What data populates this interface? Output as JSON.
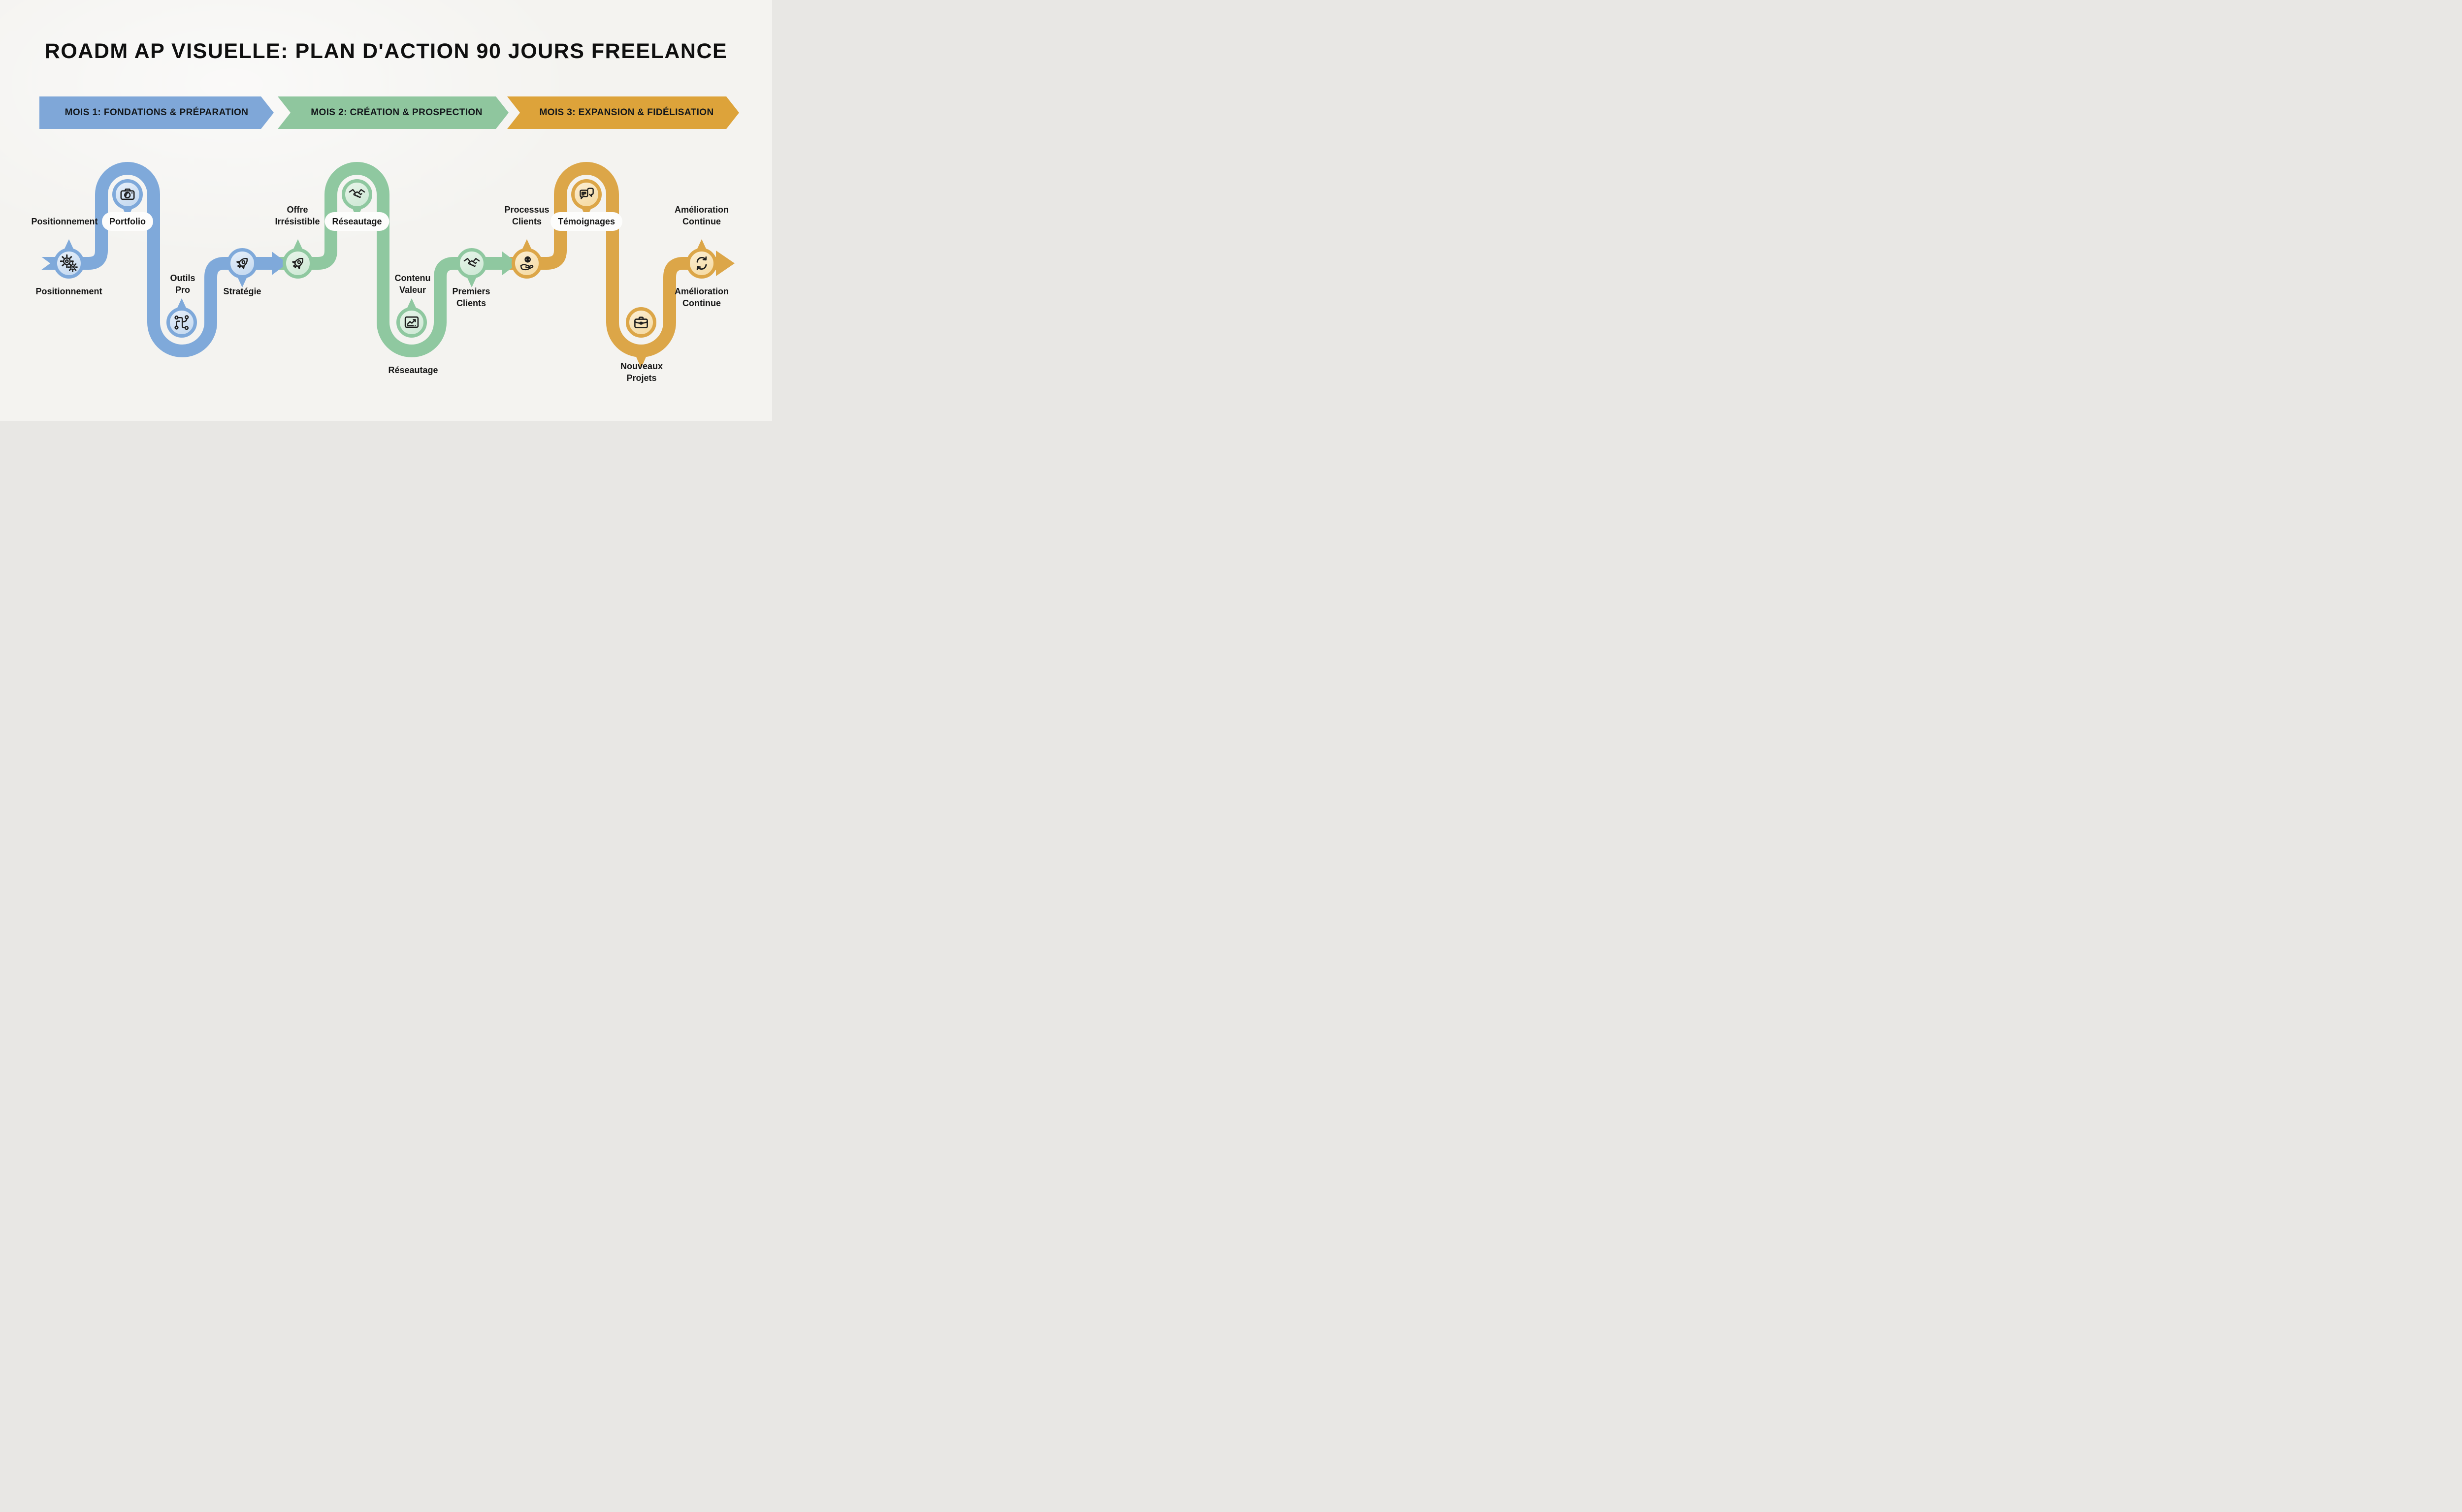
{
  "title": "ROADM AP VISUELLE: PLAN D'ACTION 90 JOURS FREELANCE",
  "phases": [
    {
      "label": "MOIS 1: FONDATIONS & PRÉPARATION",
      "color": "#7fa7d8"
    },
    {
      "label": "MOIS 2: CRÉATION & PROSPECTION",
      "color": "#8fc69e"
    },
    {
      "label": "MOIS 3: EXPANSION & FIDÉLISATION",
      "color": "#dda33a"
    }
  ],
  "milestones": [
    {
      "id": "positionnement",
      "icon": "gears-icon",
      "phase": "MOIS 1",
      "label_above": "Positionnement",
      "label_below": "Positionnement"
    },
    {
      "id": "portfolio",
      "icon": "camera-icon",
      "phase": "MOIS 1",
      "label_below": "Portfolio"
    },
    {
      "id": "outils-pro",
      "icon": "workflow-icon",
      "phase": "MOIS 1",
      "label_above": "Outils\nPro"
    },
    {
      "id": "strategie",
      "icon": "rocket-icon",
      "phase": "MOIS 1",
      "label_below": "Stratégie"
    },
    {
      "id": "offre-irresistible",
      "icon": "rocket-icon",
      "phase": "MOIS 2",
      "label_above": "Offre\nIrrésistible"
    },
    {
      "id": "reseautage",
      "icon": "handshake-icon",
      "phase": "MOIS 2",
      "label_below": "Réseautage"
    },
    {
      "id": "contenu-valeur",
      "icon": "line-chart-icon",
      "phase": "MOIS 2",
      "label_above": "Contenu\nValeur",
      "label_below": "Réseautage"
    },
    {
      "id": "premiers-clients",
      "icon": "handshake-icon",
      "phase": "MOIS 2",
      "label_below": "Premiers\nClients"
    },
    {
      "id": "processus-clients",
      "icon": "hand-coin-icon",
      "phase": "MOIS 3",
      "label_above": "Processus\nClients"
    },
    {
      "id": "temoignages",
      "icon": "chat-bubbles-icon",
      "phase": "MOIS 3",
      "label_below": "Témoignages"
    },
    {
      "id": "nouveaux-projets",
      "icon": "briefcase-icon",
      "phase": "MOIS 3",
      "label_below": "Nouveaux\nProjets"
    },
    {
      "id": "amelioration-continue",
      "icon": "refresh-icon",
      "phase": "MOIS 3",
      "label_above": "Amélioration\nContinue",
      "label_below": "Amélioration\nContinue"
    }
  ],
  "colors": {
    "background": "#f4f3f0",
    "path_mois1": "#7fa9da",
    "path_mois2": "#8fc8a0",
    "path_mois3": "#dca648",
    "circle_fill_mois1": "#c9dcf1",
    "circle_fill_mois2": "#d2ead8",
    "circle_fill_mois3": "#f6dda9",
    "label_text": "#161616",
    "banner_text": "#14181c"
  }
}
